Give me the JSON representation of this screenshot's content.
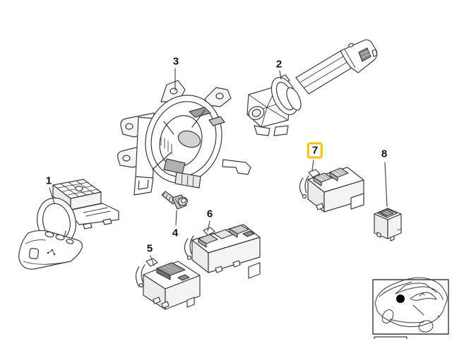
{
  "colors": {
    "background": "#ffffff",
    "line_art": "#3a3a3a",
    "highlight": "#f2c101"
  },
  "callouts": [
    {
      "number": "1",
      "highlighted": false
    },
    {
      "number": "2",
      "highlighted": false
    },
    {
      "number": "3",
      "highlighted": false
    },
    {
      "number": "4",
      "highlighted": false
    },
    {
      "number": "5",
      "highlighted": false
    },
    {
      "number": "6",
      "highlighted": false
    },
    {
      "number": "7",
      "highlighted": true
    },
    {
      "number": "8",
      "highlighted": false
    }
  ],
  "icons": {
    "car_thumbnail": "car-outline-top-view",
    "location_marker": "filled-black-dot"
  }
}
